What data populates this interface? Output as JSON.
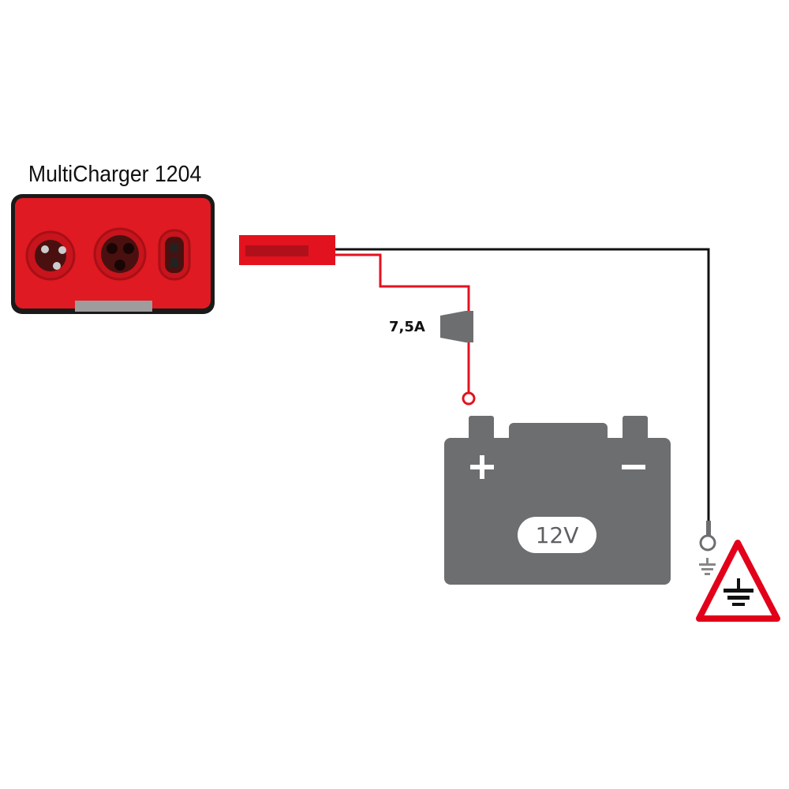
{
  "charger": {
    "title": "MultiCharger 1204"
  },
  "fuse": {
    "label": "7,5A"
  },
  "battery": {
    "voltage": "12V",
    "positive": "+",
    "negative": "−"
  },
  "colors": {
    "red": "#e3121f",
    "dark_red": "#b0101a",
    "gray": "#6d6e70",
    "black": "#111111",
    "warning_red": "#e2001a"
  }
}
